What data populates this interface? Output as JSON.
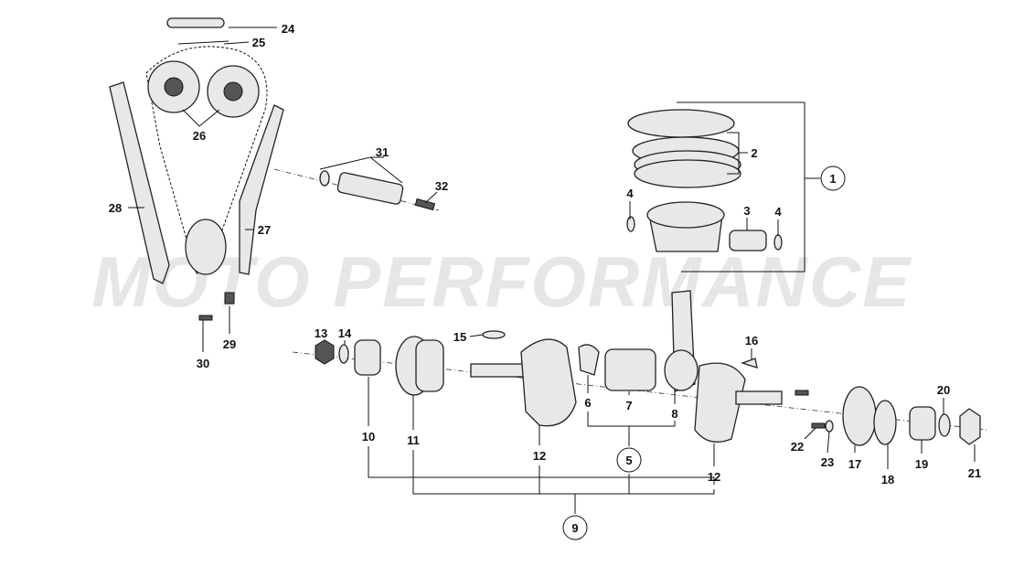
{
  "watermark": "MOTO PERFORMANCE",
  "callouts": {
    "c1": "1",
    "c2": "2",
    "c3": "3",
    "c4a": "4",
    "c4b": "4",
    "c5": "5",
    "c6": "6",
    "c7": "7",
    "c8": "8",
    "c9": "9",
    "c10": "10",
    "c11": "11",
    "c12a": "12",
    "c12b": "12",
    "c13": "13",
    "c14": "14",
    "c15": "15",
    "c16": "16",
    "c17": "17",
    "c18": "18",
    "c19": "19",
    "c20": "20",
    "c21": "21",
    "c22": "22",
    "c23": "23",
    "c24": "24",
    "c25": "25",
    "c26": "26",
    "c27": "27",
    "c28": "28",
    "c29": "29",
    "c30": "30",
    "c31": "31",
    "c32": "32"
  }
}
